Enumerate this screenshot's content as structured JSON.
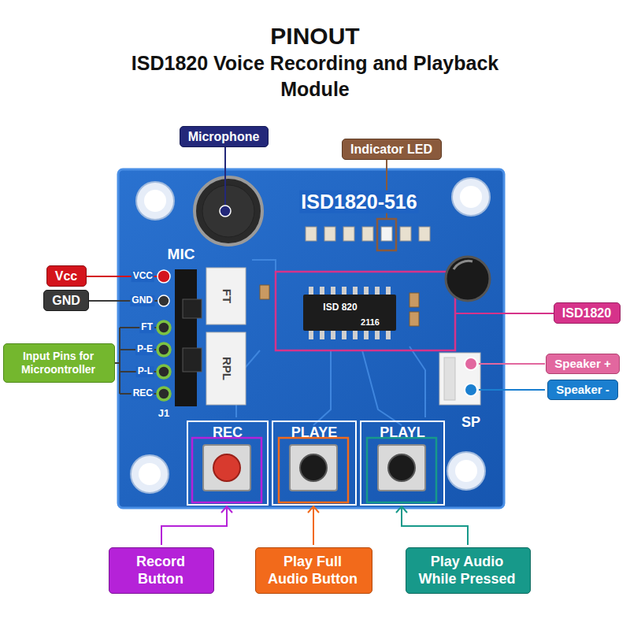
{
  "diagram": {
    "title": "PINOUT",
    "nodes": [
      {
        "text": [
          "Microphone"
        ]
      },
      {
        "text": [
          "Indicator LED"
        ]
      },
      {
        "text": [
          "Vcc"
        ]
      },
      {
        "text": [
          "GND"
        ]
      },
      {
        "text": [
          "Input Pins for Microontroller"
        ]
      },
      {
        "text": [
          "ISD1820"
        ]
      },
      {
        "text": [
          "Speaker +"
        ]
      },
      {
        "text": [
          "Speaker -"
        ]
      },
      {
        "text": [
          "Record Button"
        ]
      },
      {
        "text": [
          "Play Full Audio Button"
        ]
      },
      {
        "text": [
          "Play Audio While Pressed"
        ]
      }
    ],
    "edges": [],
    "labels": [
      "ISD1820 Voice Recording and Playback Module",
      "MIC",
      "ISD1820-516",
      "VCC",
      "GND",
      "FT",
      "P-E",
      "P-L",
      "REC",
      "J1",
      "FT",
      "RPL",
      "ISD 820",
      "2116",
      "SP",
      "REC",
      "PLAYE",
      "PLAYL"
    ]
  }
}
